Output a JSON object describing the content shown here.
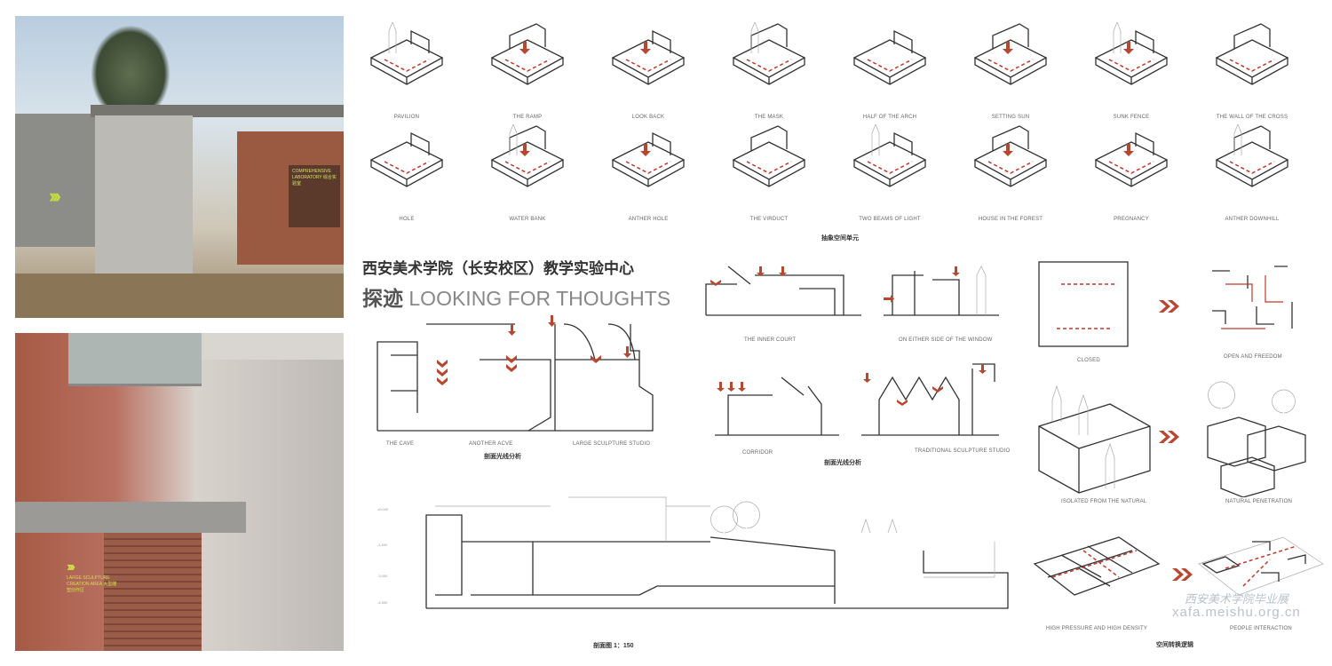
{
  "renders": {
    "top_sign": "COMPREHENSIVE LABORATORY 综合实验室",
    "bottom_sign": "LARGE SCULPTURE CREATION AREA 大型雕塑创作区"
  },
  "title": {
    "cn": "西安美术学院（长安校区）教学实验中心",
    "cn_short": "探迹",
    "en": "LOOKING FOR THOUGHTS"
  },
  "units": {
    "caption": "抽象空间单元",
    "items": [
      "PAVILION",
      "THE RAMP",
      "LOOK BACK",
      "THE MASK",
      "HALF OF THE ARCH",
      "SETTING SUN",
      "SUNK FENCE",
      "THE WALL OF THE CROSS",
      "HOLE",
      "WATER BANK",
      "ANTHER HOLE",
      "THE VIRDUCT",
      "TWO BEAMS OF LIGHT",
      "HOUSE IN THE FOREST",
      "PREGNANCY",
      "ANTHER DOWNHILL"
    ]
  },
  "section_left": {
    "labels": [
      "THE CAVE",
      "ANOTHER ACVE",
      "LARGE  SCULPTURE  STUDIO"
    ],
    "caption": "剖面光线分析"
  },
  "section_right": {
    "labels": [
      "THE INNER COURT",
      "ON EITHER SIDE OF THE WINDOW",
      "CORRIDOR",
      "TRADITIONAL SCULPTURE STUDIO"
    ],
    "caption": "剖面光线分析"
  },
  "long_section": {
    "caption": "剖面图    1：150"
  },
  "logic": {
    "labels": [
      "CLOSED",
      "OPEN AND FREEDOM",
      "ISOLATED FROM THE NATURAL",
      "NATURAL PENETRATION",
      "HIGH PRESSURE AND HIGH DENSITY",
      "PEOPLE INTERACTION"
    ],
    "caption": "空间转换逻辑"
  },
  "watermark": {
    "cn": "西安美术学院毕业展",
    "url": "xafa.meishu.org.cn"
  },
  "colors": {
    "accent": "#b9472f",
    "line": "#333333"
  }
}
